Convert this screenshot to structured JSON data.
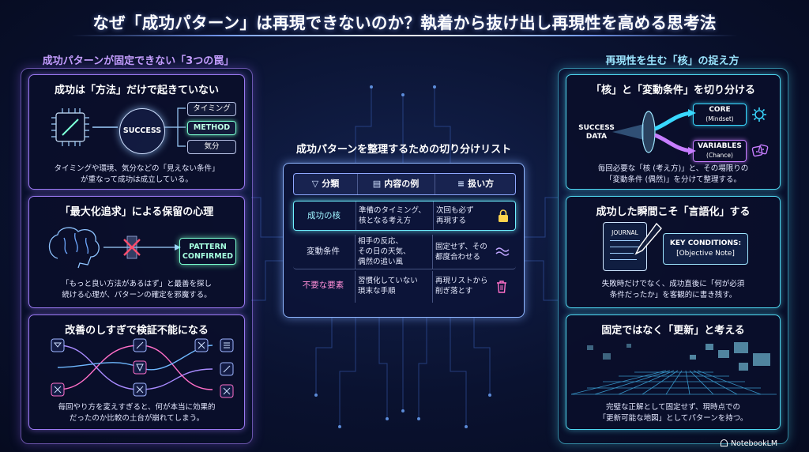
{
  "page_title": "なぜ「成功パターン」は再現できないのか？執着から抜け出し再現性を高める思考法",
  "left_column": {
    "heading": "成功パターンが固定できない「3つの罠」",
    "cards": [
      {
        "title": "成功は「方法」だけで起きていない",
        "illustration": {
          "center_label": "SUCCESS",
          "factors": [
            "タイミング",
            "METHOD",
            "気分"
          ]
        },
        "description_lines": [
          "タイミングや環境、気分などの「見えない条件」",
          "が重なって成功は成立している。"
        ]
      },
      {
        "title": "「最大化追求」による保留の心理",
        "illustration": {
          "confirm_label_1": "PATTERN",
          "confirm_label_2": "CONFIRMED"
        },
        "description_lines": [
          "「もっと良い方法があるはず」と最善を探し",
          "続ける心理が、パターンの確定を邪魔する。"
        ]
      },
      {
        "title": "改善のしすぎで検証不能になる",
        "description_lines": [
          "毎回やり方を変えすぎると、何が本当に効果的",
          "だったのか比較の土台が崩れてしまう。"
        ]
      }
    ]
  },
  "center": {
    "heading": "成功パターンを整理するための切り分けリスト",
    "columns": [
      {
        "label": "分類",
        "icon": "filter-icon"
      },
      {
        "label": "内容の例",
        "icon": "document-icon"
      },
      {
        "label": "扱い方",
        "icon": "sliders-icon"
      }
    ],
    "rows": [
      {
        "category": "成功の核",
        "example_lines": [
          "準備のタイミング、",
          "核となる考え方"
        ],
        "handling_lines": [
          "次回も必ず",
          "再現する"
        ],
        "icon": "lock-icon",
        "category_color": "#9ff3ff"
      },
      {
        "category": "変動条件",
        "example_lines": [
          "相手の反応、",
          "その日の天気、",
          "偶然の追い風"
        ],
        "handling_lines": [
          "固定せず、その",
          "都度合わせる"
        ],
        "icon": "wave-icon",
        "category_color": "#e8ecff"
      },
      {
        "category": "不要な要素",
        "example_lines": [
          "習慣化していない",
          "瑣末な手順"
        ],
        "handling_lines": [
          "再現リストから",
          "削ぎ落とす"
        ],
        "icon": "trash-icon",
        "category_color": "#ff8fd8"
      }
    ]
  },
  "right_column": {
    "heading": "再現性を生む「核」の捉え方",
    "cards": [
      {
        "title": "「核」と「変動条件」を切り分ける",
        "illustration": {
          "data_label_1": "SUCCESS",
          "data_label_2": "DATA",
          "core_label": "CORE",
          "core_sub": "(Mindset)",
          "variables_label": "VARIABLES",
          "variables_sub": "(Chance)"
        },
        "description_lines": [
          "毎回必要な「核 (考え方)」と、その場限りの",
          "「変動条件 (偶然)」を分けて整理する。"
        ]
      },
      {
        "title": "成功した瞬間こそ「言語化」する",
        "illustration": {
          "journal_label": "JOURNAL",
          "note_title": "KEY CONDITIONS:",
          "note_sub": "[Objective Note]"
        },
        "description_lines": [
          "失敗時だけでなく、成功直後に「何が必須",
          "条件だったか」を客観的に書き残す。"
        ]
      },
      {
        "title": "固定ではなく「更新」と考える",
        "description_lines": [
          "完璧な正解として固定せず、現時点での",
          "「更新可能な地図」としてパターンを持つ。"
        ]
      }
    ]
  },
  "branding": {
    "logo_text": "NotebookLM"
  },
  "colors": {
    "purple_accent": "#9b79f2",
    "cyan_accent": "#4fd7f0",
    "mint_highlight": "#7bffd0",
    "pink_accent": "#ff6fc8"
  }
}
